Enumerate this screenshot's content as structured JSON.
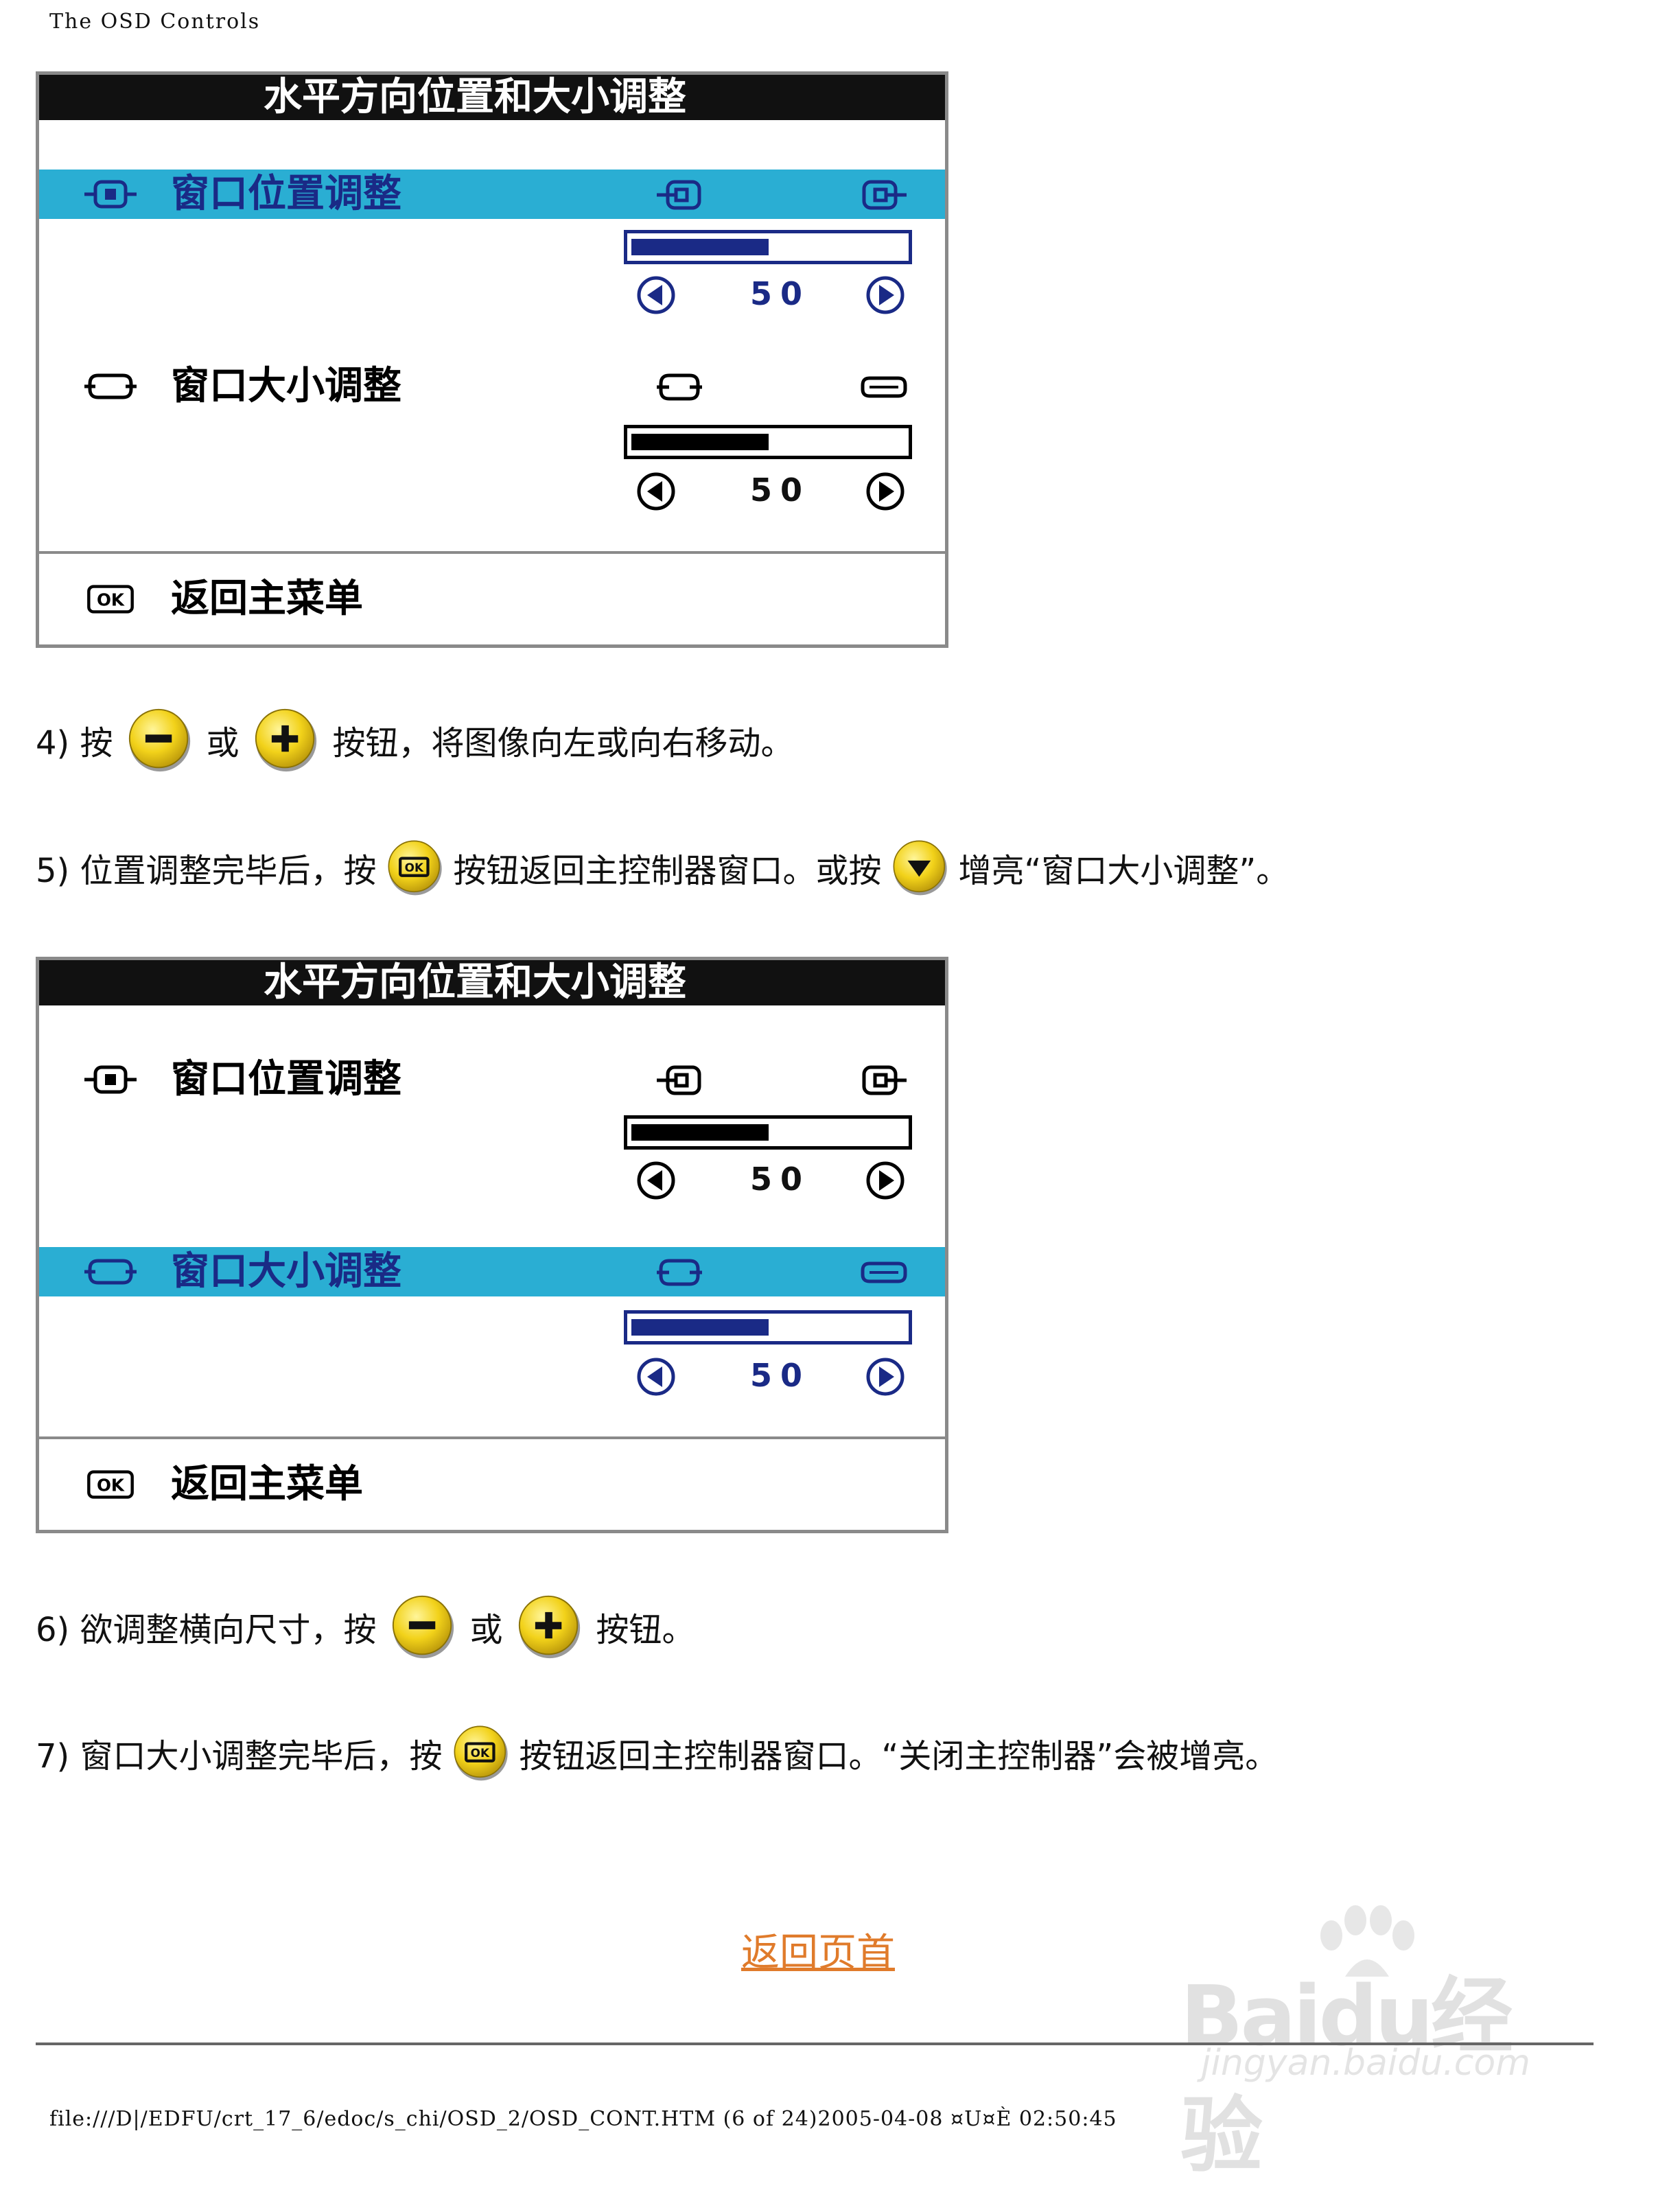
{
  "header": {
    "title": "The OSD Controls"
  },
  "panels": [
    {
      "title": "水平方向位置和大小调整",
      "position": {
        "label": "窗口位置调整",
        "value": "50",
        "level": 0.5,
        "highlighted": true
      },
      "size": {
        "label": "窗口大小调整",
        "value": "50",
        "level": 0.5,
        "highlighted": false
      },
      "back": {
        "label": "返回主菜单"
      }
    },
    {
      "title": "水平方向位置和大小调整",
      "position": {
        "label": "窗口位置调整",
        "value": "50",
        "level": 0.5,
        "highlighted": false
      },
      "size": {
        "label": "窗口大小调整",
        "value": "50",
        "level": 0.5,
        "highlighted": true
      },
      "back": {
        "label": "返回主菜单"
      }
    }
  ],
  "steps": {
    "s4": {
      "a": "4) 按",
      "b": "或",
      "c": "按钮，将图像向左或向右移动。"
    },
    "s5": {
      "a": "5) 位置调整完毕后，按",
      "b": "按钮返回主控制器窗口。或按",
      "c": "增亮“窗口大小调整”。"
    },
    "s6": {
      "a": "6) 欲调整横向尺寸，按",
      "b": "或",
      "c": "按钮。"
    },
    "s7": {
      "a": "7) 窗口大小调整完毕后，按",
      "b": "按钮返回主控制器窗口。“关闭主控制器”会被增亮。"
    }
  },
  "links": {
    "back_to_top": "返回页首"
  },
  "footer": {
    "path": "file:///D|/EDFU/crt_17_6/edoc/s_chi/OSD_2/OSD_CONT.HTM (6 of 24)2005-04-08 ¤U¤È 02:50:45"
  },
  "watermark": {
    "brand": "Baidu经验",
    "url": "jingyan.baidu.com"
  },
  "icons": {
    "position": "h-position-icon",
    "size": "h-size-icon",
    "ok": "ok-icon",
    "left": "arrow-left-icon",
    "right": "arrow-right-icon",
    "minus": "minus-button-icon",
    "plus": "plus-button-icon",
    "down": "down-button-icon"
  },
  "colors": {
    "highlight": "#2aaed3",
    "active": "#1a2a86",
    "button": "#f2d21a",
    "link": "#e07b2b"
  }
}
